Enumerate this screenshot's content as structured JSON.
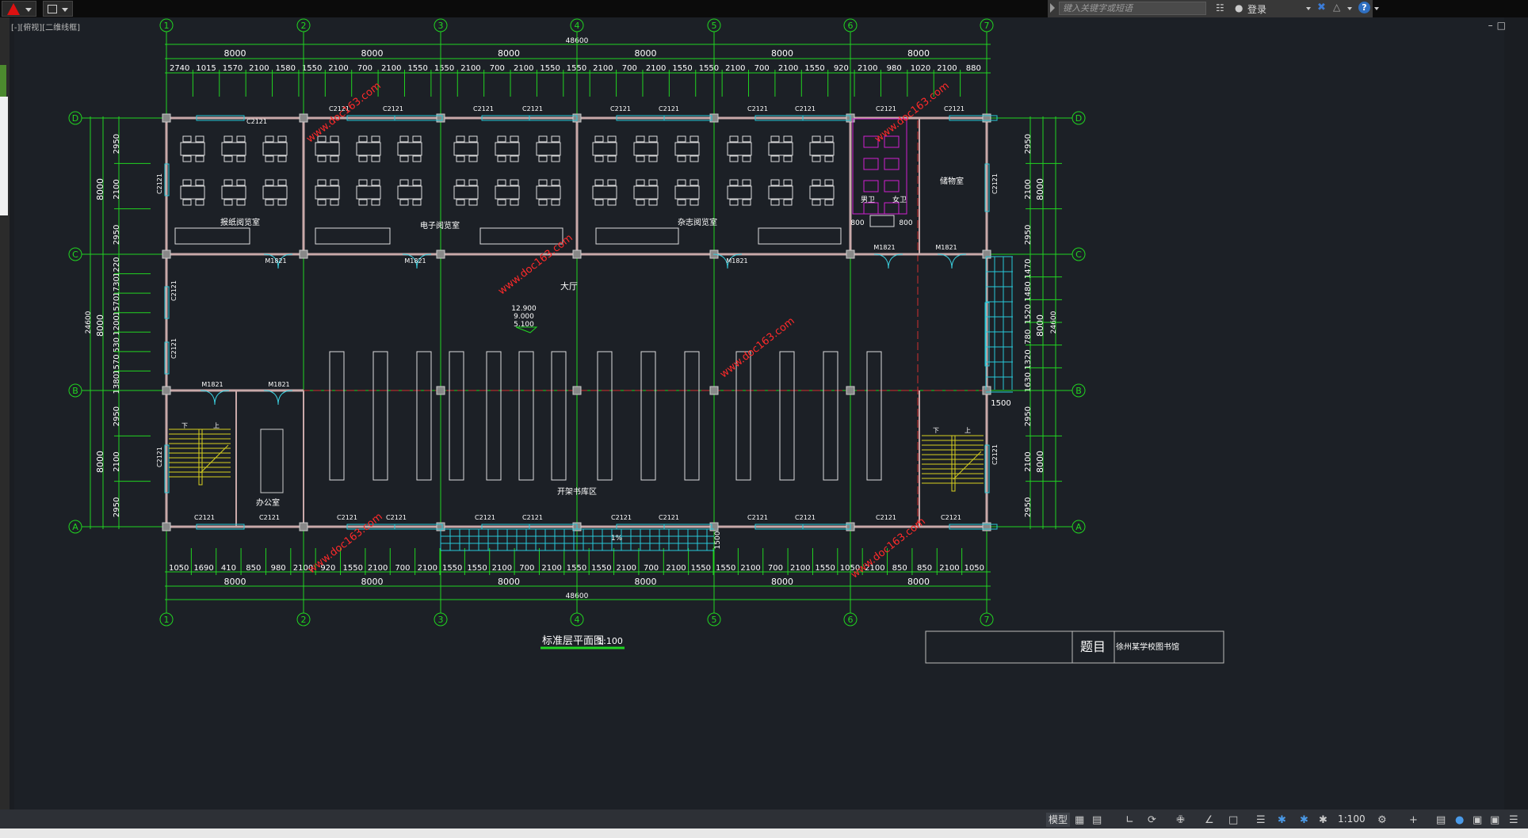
{
  "search": {
    "placeholder": "键入关键字或短语"
  },
  "account": {
    "login_label": "登录"
  },
  "viewport": {
    "label": "[-][俯视][二维线框]"
  },
  "drawing": {
    "title": "标准层平面图",
    "scale_label": "1:100",
    "total_dim": "48600",
    "bay_dim": "8000",
    "axis_numbers": [
      "1",
      "2",
      "3",
      "4",
      "5",
      "6",
      "7"
    ],
    "axis_letters": [
      "A",
      "B",
      "C",
      "D"
    ],
    "top_detail_dims": [
      "2740",
      "1015",
      "1570",
      "2100",
      "1580",
      "1550",
      "2100",
      "700",
      "2100",
      "1550",
      "1550",
      "2100",
      "700",
      "2100",
      "1550",
      "1550",
      "2100",
      "700",
      "2100",
      "1550",
      "1550",
      "2100",
      "700",
      "2100",
      "1550",
      "920",
      "2100",
      "980",
      "1020",
      "2100",
      "880"
    ],
    "bottom_detail_dims": [
      "1050",
      "1690",
      "410",
      "850",
      "980",
      "2100",
      "920",
      "1550",
      "2100",
      "700",
      "2100",
      "1550",
      "1550",
      "2100",
      "700",
      "2100",
      "1550",
      "1550",
      "2100",
      "700",
      "2100",
      "1550",
      "1550",
      "2100",
      "700",
      "2100",
      "1550",
      "1050",
      "2100",
      "850",
      "850",
      "2100",
      "1050"
    ],
    "left_dims_upper": [
      "2950",
      "2100",
      "2950"
    ],
    "left_dims_mid": [
      "1220",
      "1730",
      "1570",
      "1200",
      "530",
      "1570",
      "1380"
    ],
    "left_dims_lower": [
      "2950",
      "2100",
      "2950"
    ],
    "right_dims_mid": [
      "1470",
      "1480",
      "1520",
      "780",
      "1320",
      "1630"
    ],
    "overall_height": "24600",
    "window_label": "C2121",
    "door_label": "M1821",
    "rooms": {
      "newspaper": "报纸阅览室",
      "electronic": "电子阅览室",
      "magazine": "杂志阅览室",
      "storage": "储物室",
      "male_wc": "男卫",
      "female_wc": "女卫",
      "hall": "大厅",
      "open_stacks": "开架书库区",
      "office": "办公室"
    },
    "stair_down": "下",
    "stair_up": "上",
    "elevations": [
      "12.900",
      "9.000",
      "5.100"
    ],
    "wc_dims": [
      "800",
      "800"
    ],
    "dim_1500": "1500",
    "dim_1500_side": "1500",
    "ramp_label": "1%"
  },
  "title_block": {
    "label": "题目",
    "project": "徐州某学校图书馆"
  },
  "watermark": "www.doc163.com",
  "statusbar": {
    "model_label": "模型",
    "scale": "1:100"
  }
}
